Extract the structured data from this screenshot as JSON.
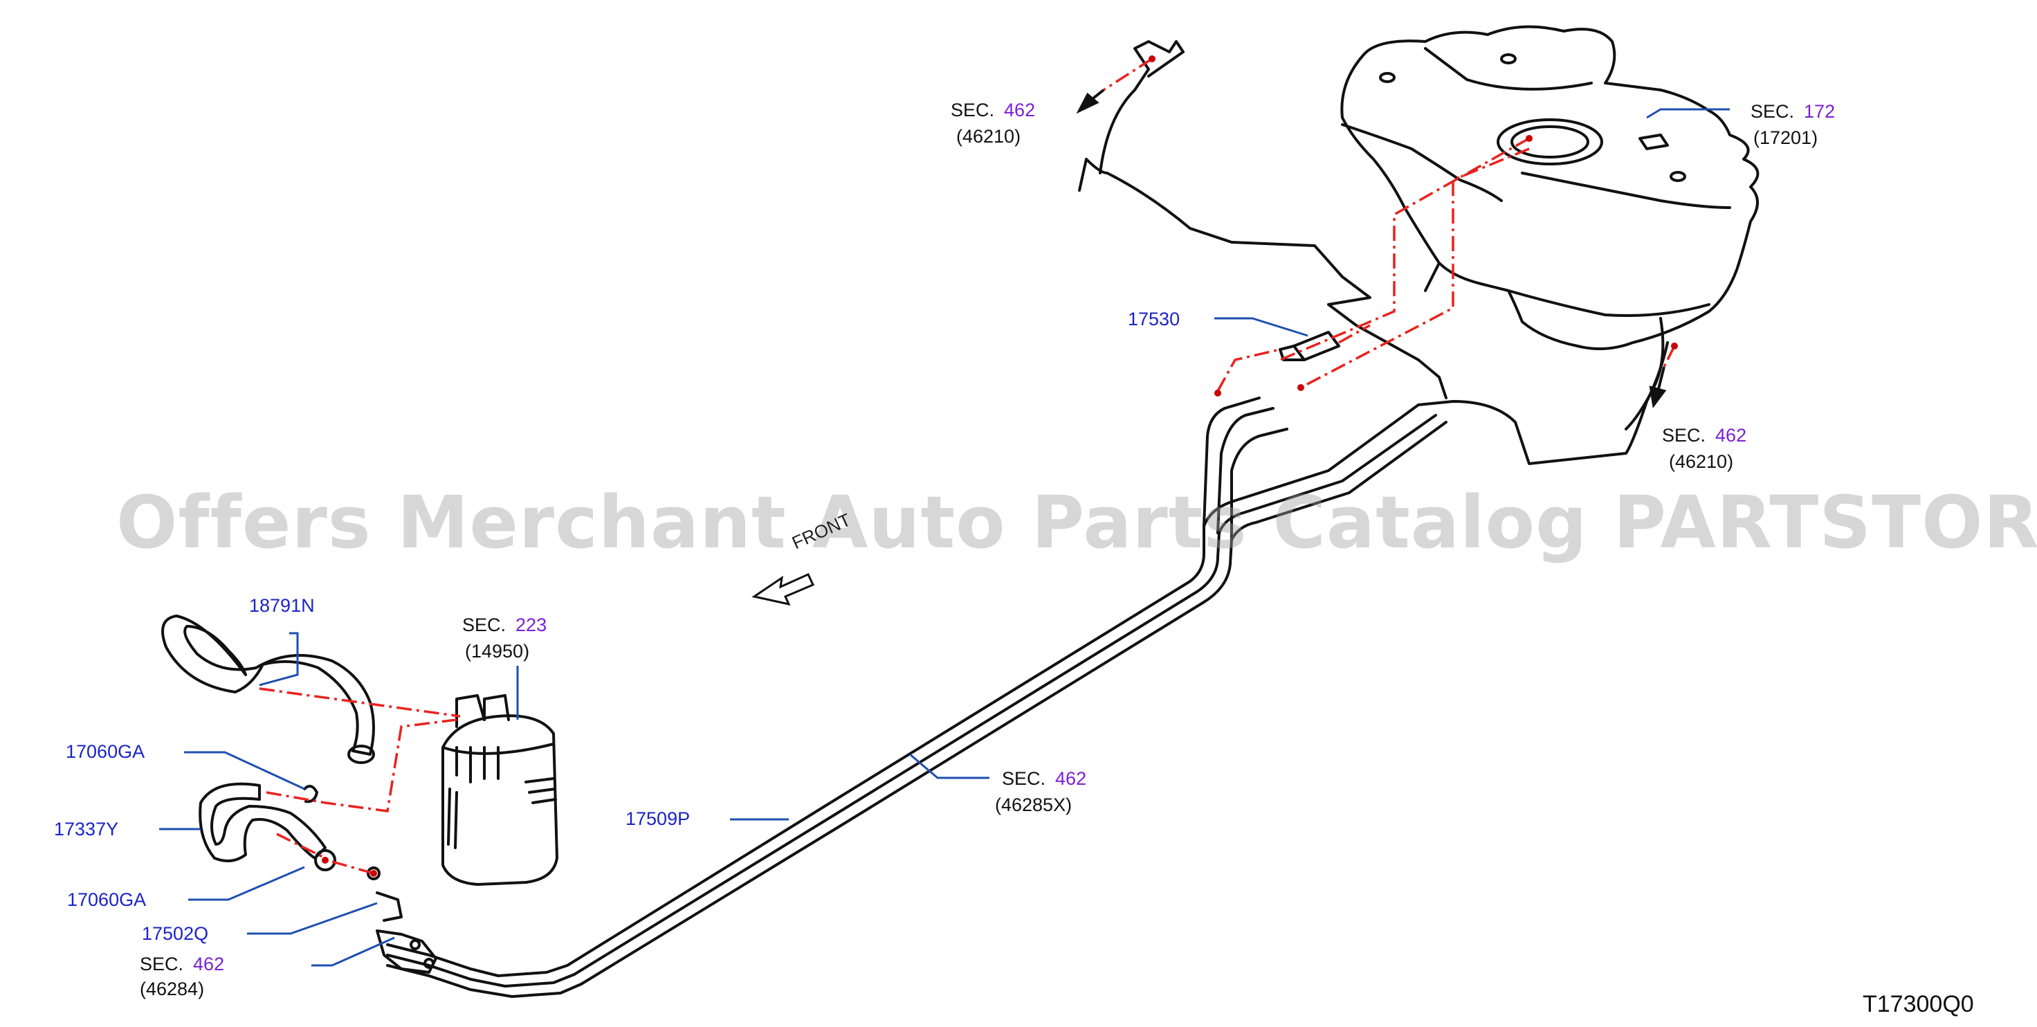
{
  "watermark": "Offers Merchant Auto Parts Catalog PARTSTORE.SA",
  "diagram_code": "T17300Q0",
  "front_label": "FRONT",
  "colors": {
    "part_number": "#1a24c8",
    "section_number": "#7a1fd6",
    "leader": "#1e4fb0",
    "callout_line": "#e8231f",
    "line_art": "#111111"
  },
  "labels": {
    "p_18791N": "18791N",
    "p_17060GA_a": "17060GA",
    "p_17337Y": "17337Y",
    "p_17060GA_b": "17060GA",
    "p_17502Q": "17502Q",
    "p_17509P": "17509P",
    "p_17530": "17530",
    "sec_223": {
      "sec": "SEC.",
      "num": "223",
      "code": "(14950)"
    },
    "sec_462_bl": {
      "sec": "SEC.",
      "num": "462",
      "code": "(46284)"
    },
    "sec_462_mid": {
      "sec": "SEC.",
      "num": "462",
      "code": "(46285X)"
    },
    "sec_462_top": {
      "sec": "SEC.",
      "num": "462",
      "code": "(46210)"
    },
    "sec_172": {
      "sec": "SEC.",
      "num": "172",
      "code": "(17201)"
    },
    "sec_462_right": {
      "sec": "SEC.",
      "num": "462",
      "code": "(46210)"
    }
  }
}
